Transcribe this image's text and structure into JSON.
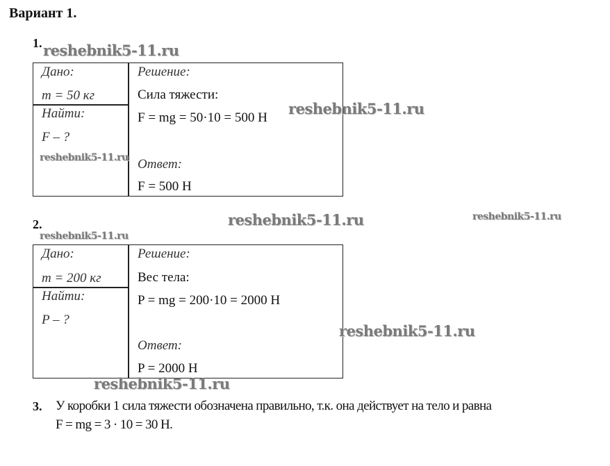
{
  "title": "Вариант 1.",
  "watermark": "reshebnik5-11.ru",
  "problems": [
    {
      "number": "1.",
      "given_label": "Дано:",
      "given_value": "m = 50 кг",
      "find_label": "Найти:",
      "find_value": "F – ?",
      "solution_label": "Решение:",
      "solution_lines": [
        "Сила тяжести:",
        "F = mg = 50·10 = 500 Н"
      ],
      "answer_label": "Ответ:",
      "answer_value": "F = 500 Н"
    },
    {
      "number": "2.",
      "given_label": "Дано:",
      "given_value": "m = 200 кг",
      "find_label": "Найти:",
      "find_value": "P – ?",
      "solution_label": "Решение:",
      "solution_lines": [
        "Вес тела:",
        "P = mg = 200·10 = 2000 Н"
      ],
      "answer_label": "Ответ:",
      "answer_value": "P = 2000 Н"
    }
  ],
  "problem3": {
    "number": "3.",
    "line1": "У коробки 1 сила тяжести обозначена правильно, т.к. она действует на тело и равна",
    "line2": "F = mg = 3 · 10 = 30 Н."
  }
}
